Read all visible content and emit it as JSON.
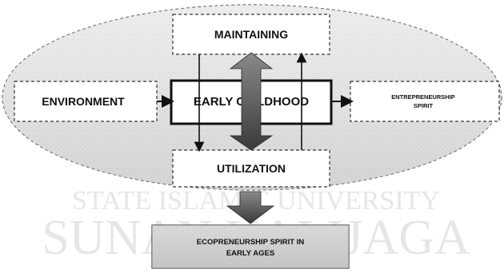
{
  "diagram": {
    "nodes": {
      "maintaining": "MAINTAINING",
      "environment": "ENVIRONMENT",
      "early_childhood": "EARLY CHILDHOOD",
      "entrepreneurship_line1": "ENTREPRENEURSHIP",
      "entrepreneurship_line2": "SPIRIT",
      "utilization": "UTILIZATION",
      "ecopreneurship_line1": "ECOPRENEURSHIP SPIRIT IN",
      "ecopreneurship_line2": "EARLY AGES"
    },
    "watermark": {
      "line1": "STATE ISLAMIC UNIVERSITY",
      "line2": "SUNAN KALIJAGA"
    }
  }
}
